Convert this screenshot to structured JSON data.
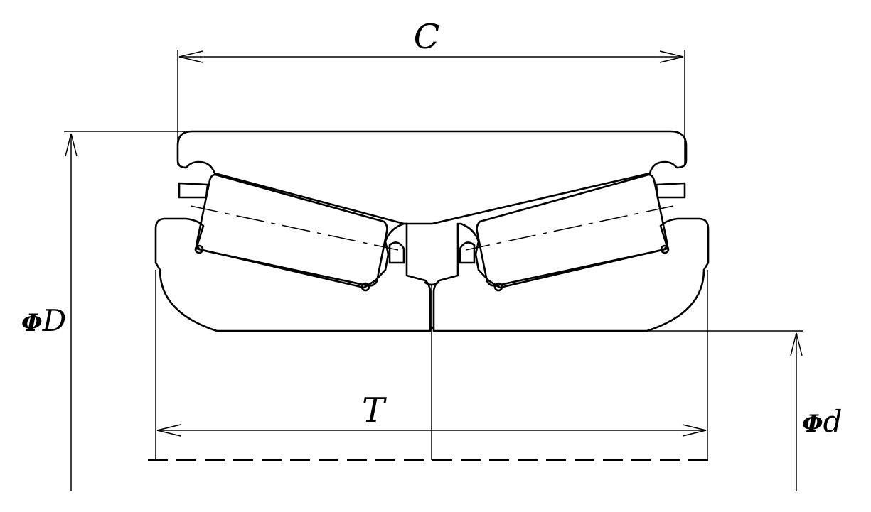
{
  "labels": {
    "C": "C",
    "T": "T",
    "phiD_symbol": "Φ",
    "phiD_letter": "D",
    "phid_symbol": "Φ",
    "phid_letter": "d"
  },
  "colors": {
    "ink": "#000000",
    "background": "#ffffff"
  }
}
